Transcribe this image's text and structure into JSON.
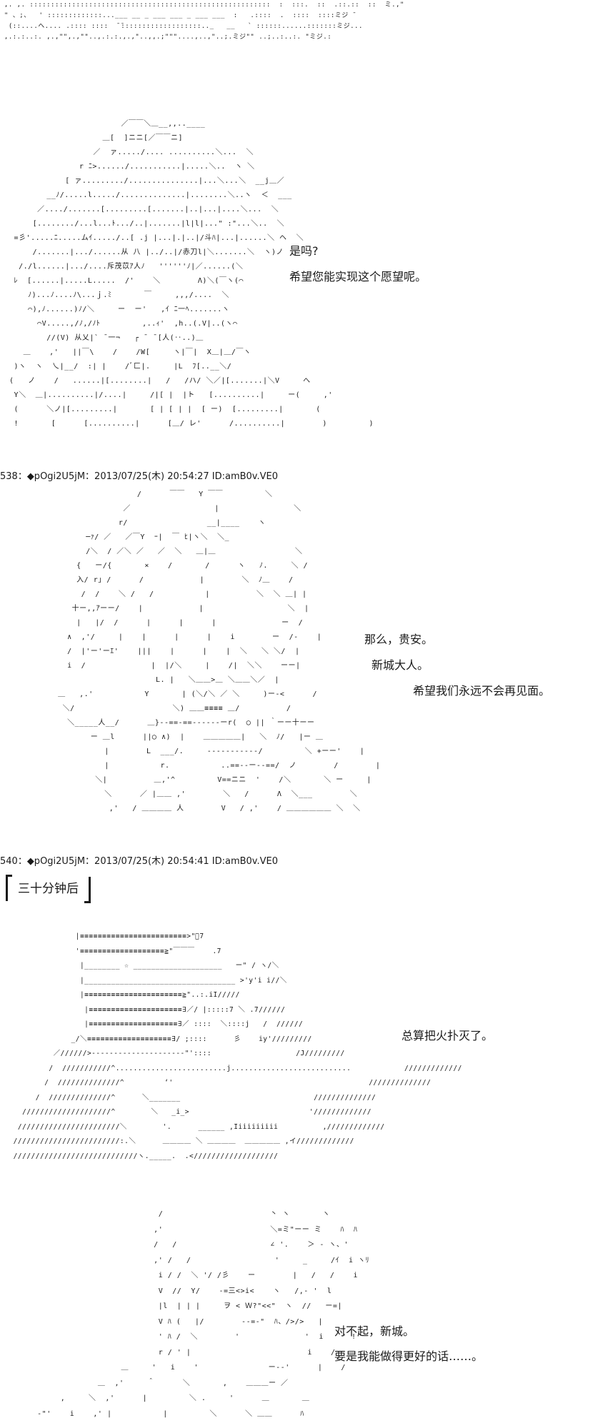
{
  "top_fragment": {
    "art": " ,. ,. :::::::::::::::::::::::::::::::::::::::::::::::::::::::::  :  :::.  ::  .::.::  ::  ミ.,\"\n \" 、;、  ' :::::::::::::...___ __ _ ___ ___ _ ___ ___  :   .::::  .  ::::  ::::ミジ ̄\n  (::....ヘ.... .:::: ::::  ̄ ̄:::::::::::::::::::.._   __   ` ::::::......:::::::ミジ...\n ,.:.:..:. ,.,\"\",.,\"\"..,.:.:.,.,\"..,,.;\"\"\"....,..,\"..;.ミジ\"\" ..;..:..:. \"ミジ.:"
  },
  "panel1": {
    "art": "                          ／￣￣＼＿__,,..____\n                      ＿[  ]ニニ[／￣￣ニ]\n                    ／  ァ...../.... ..........＼...  ＼\n                 r ﾆ>....../...........|.....＼..  ヽ ＼\n              [ ァ........./...............|...＼...＼  __j＿／\n          __ﾉ/.....l...../..............|........＼..ヽ  ＜  ___\n        ／..../.......[.........[.......|..|...|....＼...  ＼\n       [......../...l...ﾄ.../..|.......|l|l|...\" :\"...＼..  ＼\n   =彡'.....ﾆ.....ムｲ...../..[ .j |...|.|..|/斗ﾊ|...|......＼ ヘ  ＼\n       /.......|.../......从 八 |../..|/赤刀l|＼.......＼  ヽ)ノ\n    /./l......|.../....斥茂苡ｱ人ﾉ   ''''''ﾉ|／......(＼\n   ﾚ  [......|.....L.....  /'    ＼        Λ)＼(￣ヽ(⌒\n      ﾉ)...ﾉ....ﾉ\\...ｊ.ﾐ       ￣     ,,,/....  ＼\n      ⌒),ﾉ......)ﾉ/＼     ー  ー'   ,ｲ ﾆ一ﾍ.......ヽ\n        ⌒V.....,/ﾉ,/ﾉﾄ         ,..ｨ'  ,h..(.V|..(ヽ⌒\n          //(V) 从乂|` ¯一¬   ┌ ¯ ¯[人(‥..)＿\n     ＿    ,'   ||￣\\    /    /W[     ヽ|￣|  X＿|＿/￣ヽ\n   )ヽ  ヽ  乀|__/  :| |    /ﾞ匚|.     |L  ﾌ[..__＼/\n  (   ノ    /   ......|[........|   /   /ハ/ ＼／|[.......|＼V     へ\n   Y＼  ＿|..........|/....|     /|[ |  |ト   [..........|     ー(     ,'\n   (      ＼ノ|[.........|       [ | [ | |  [ ー)  [.........|       (\n   !       [      [..........|      [＿/ レ'      /..........|        )         )",
    "lines": [
      "是吗?",
      "希望您能实现这个愿望呢。"
    ]
  },
  "post_538": {
    "header": "538：◆pOgi2U5jM：2013/07/25(木) 20:54:27 ID:amB0v.VE0"
  },
  "panel2": {
    "art": "                     /      ￣￣   Y ￣￣         ＼\n                  ／                  |                ＼\n                 r/                 __|____    ヽ\n          ─ｧ/ ／   ／￣Y  ｰ|  ￣ ﾋ|ヽ＼  ＼_\n          /＼  / ／＼ ／   ／  ＼   ＿|＿                 ＼\n        {   ー/{       ×    /       /      ヽ   ﾉ.     ＼ /\n        入/ r｣ /      /            |        ＼  ﾉ＿    /\n         /  /    ＼ /   /           |          ＼  ＼ ＿| |\n       十ー,,ｱーー/    |            |                  ＼  |\n        |   |/  /      |      |      |              ー  /\n      ∧  ,'/     |    |      |      |    i        ー  /-    |\n      /  |'ー'ーｴ'    |||    |      |    |  ＼   ＼ ＼/  |\n      i  /              |  |/＼     |    /|  ＼＼    ーー|\n                         L. |   ＼＿＿>＿ ＼＿＿＼／  |\n    ＿   ,.'           Y       | (＼/＼ ／ ＼     )ー‐<      /\n     ＼/                     ＼) ＿＿≡≡≡≡ ＿/          /\n      ＼_____人__/      ＿}‐‐==‐==‐‐‐‐‐‐ーr(  ◯ || ｀ーー十ーー\n           ー ＿l      ||◯ ∧)  |    ＿＿＿＿＿|   ＼  ﾉ/   |ー ＿\n              |        L  ___/.     ‐‐‐‐‐‐‐‐‐‐‐/         ＼ +ーー'    |\n              |           r.           ..==‐‐ー‐‐==/  ノ        /        |\n            ＼|          ＿,'^         V==ニニ  '    /＼       ＼ ー     |\n              ＼      ／ |＿＿ ,'        ＼   /      Λ  ＼___        ＼\n               ,'   / ＿＿＿＿ 人        V   / ,'    / ＿＿＿＿＿＿ ＼  ＼",
    "lines": [
      "那么，贵安。",
      "新城大人。",
      "希望我们永远不会再见面。"
    ]
  },
  "post_540": {
    "header": "540：◆pOgi2U5jM：2013/07/25(木) 20:54:41 ID:amB0v.VE0"
  },
  "caption": {
    "text": "三十分钟后"
  },
  "panel3": {
    "art": "                 |≡≡≡≡≡≡≡≡≡≡≡≡≡≡≡≡≡≡≡≡≡≡≡≡>\"ﾞ7\n                 '≡≡≡≡≡≡≡≡≡≡≡≡≡≡≡≡≡≡≡≧\"￣￣￣    .7\n                  |________ ☆ ____________________   ー\" / ヽ/＼\n                  |__________________________________ >'y'i i//＼\n                  |≡≡≡≡≡≡≡≡≡≡≡≡≡≡≡≡≡≡≡≡≡≡≧\"..:.iI/////\n                   |≡≡≡≡≡≡≡≡≡≡≡≡≡≡≡≡≡≡≡≡≡∃／/ |:::::7 ＼ .7//////\n                   |≡≡≡≡≡≡≡≡≡≡≡≡≡≡≡≡≡≡≡≡∃／ ::::  ＼::::j   /  //////\n                _/＼≡≡≡≡≡≡≡≡≡≡≡≡≡≡≡≡≡≡≡∃/ ;::::      彡    iy'/////////\n            ／//////>‐‐‐‐‐‐‐‐‐‐‐‐‐‐‐‐‐‐‐‐‐\"'::::                   /J/////////\n           /  ///////////^.........................j...........................            /////////////\n          /  //////////////^         ‘'                                            //////////////\n        /  //////////////^      ＼_______                              //////////////\n     ////////////////////^        ＼   _i_>                           '/////////////\n    ///////////////////////＼        '.      ______ ,Iiiiiiiiii          ,/////////////\n   ////////////////////////:.＼      ＿＿＿＿ ＼ ＿＿＿＿  ＿＿＿＿＿ ,イ/////////////\n   ////////////////////////////ヽ._____.  .<///////////////////",
    "lines": [
      "总算把火扑灭了。"
    ]
  },
  "panel4": {
    "art": "                                  /                       丶 ヽ       ヽ\n                                 ,'                       ＼=ミ\"ーー ミ    ﾊ  ﾊ\n                                 /   /                    ∠ '.    ＞ - ヽ、'\n                                 ,' /   /                  '     _     /ｲ  i ヽﾘ\n                                  i / /  ＼ '/ /彡    ー        |   /   /    i\n                                  V  //  Y/    ‐=三<>i<    ヽ   /,- '  l\n                                  |l  | | |     ヲ < Ｗ?\"<<\"  ヽ  //   ー=|\n                                  V ﾊ (   |/        ‐‐=‐\"  ﾊ、/>/>   |\n                                  ' ﾊ /  ＼        '              '  i    ' !\n                                  r / ' |                         i    /\n                          ＿     '   i    '               ー‐‐'      |    /\n                     ＿  ,'     ＾      ＼       ,    ＿＿＿ー ／\n             ,     ＼  ,'      |         ＼ .     '      ＿       ＿\n        ‐\"'    i    ,' |           |         ＼      ＼ ＿＿      ﾊ",
    "lines": [
      "对不起，新城。",
      "要是我能做得更好的话……。"
    ]
  }
}
